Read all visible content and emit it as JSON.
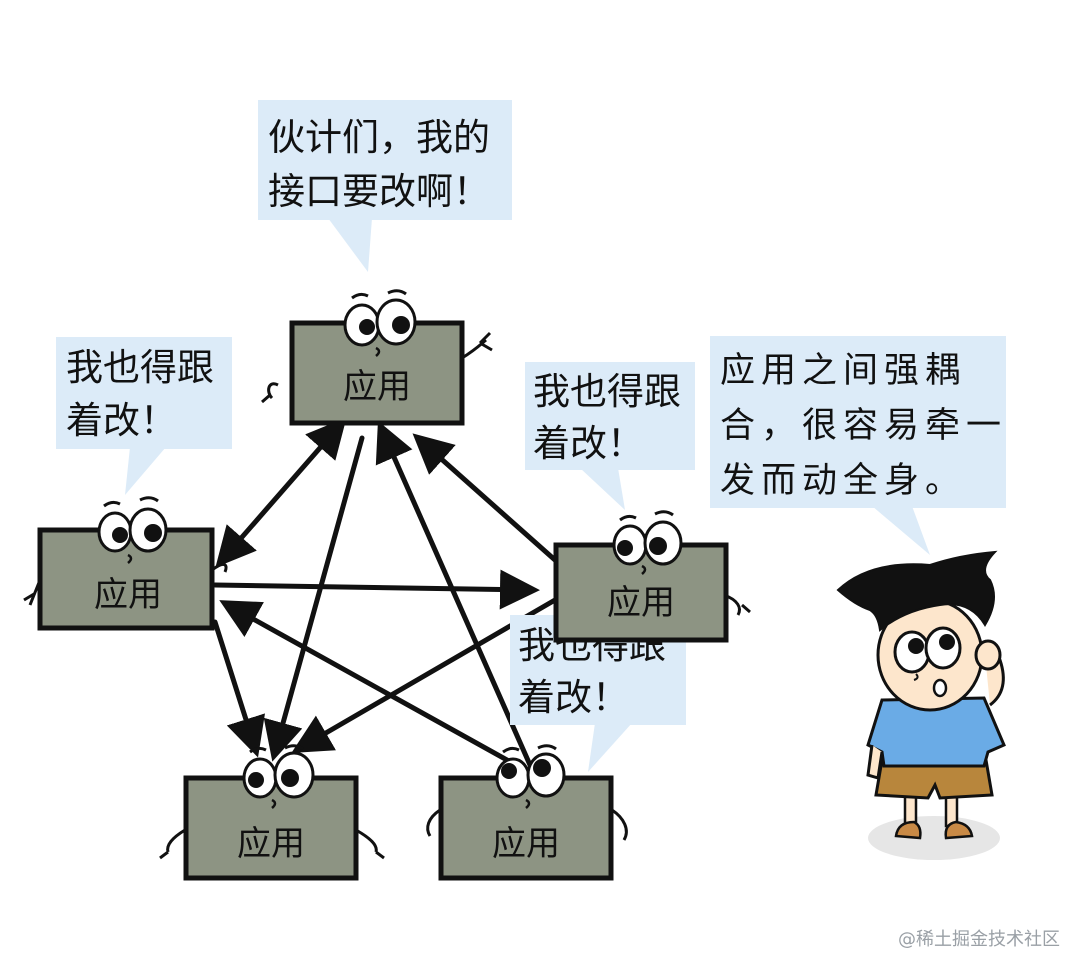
{
  "apps": {
    "label": "应用",
    "box_fill": "#8d9483",
    "box_stroke": "#111111"
  },
  "bubbles": {
    "fill": "#dcebf8",
    "top_line1": "伙计们，我的",
    "top_line2": "接口要改啊！",
    "left_line1": "我也得跟",
    "left_line2": "着改！",
    "right_line1": "我也得跟",
    "right_line2": "着改！",
    "bottom_line1": "我也得跟",
    "bottom_line2": "着改！",
    "person_line1": "应用之间强耦",
    "person_line2": "合，很容易牵一",
    "person_line3": "发而动全身。"
  },
  "person": {
    "shirt_color": "#6aabe6",
    "shorts_color": "#b8863c",
    "hair_color": "#111111",
    "skin_color": "#fde6cc"
  },
  "watermark": "@稀土掘金技术社区"
}
